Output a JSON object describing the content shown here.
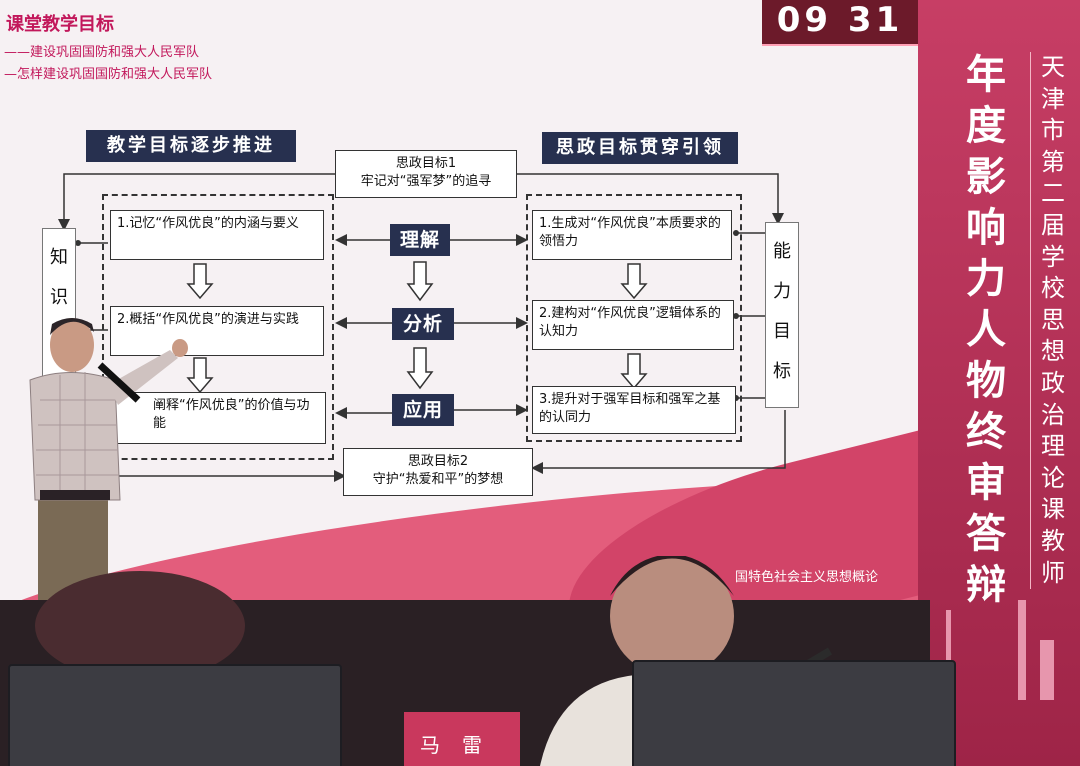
{
  "slide": {
    "header_title": "课堂教学目标",
    "header_line1": "——建设巩固国防和强大人民军队",
    "header_line2": "—怎样建设巩固国防和强大人民军队",
    "clock": "09 31",
    "footer_text": "国特色社会主义思想概论"
  },
  "diagram": {
    "left_title": "教学目标逐步推进",
    "right_title": "思政目标贯穿引领",
    "top_goal": [
      "思政目标1",
      "牢记对“强军梦”的追寻"
    ],
    "bottom_goal": [
      "思政目标2",
      "守护“热爱和平”的梦想"
    ],
    "left_label": [
      "知",
      "识"
    ],
    "right_label": [
      "能",
      "力",
      "目",
      "标"
    ],
    "left_items": [
      "1.记忆“作风优良”的内涵与要义",
      "2.概括“作风优良”的演进与实践",
      "阐释“作风优良”的价值与功能"
    ],
    "center_steps": [
      "理解",
      "分析",
      "应用"
    ],
    "right_items": [
      "1.生成对“作风优良”本质要求的领悟力",
      "2.建构对“作风优良”逻辑体系的认知力",
      "3.提升对于强军目标和强军之基的认同力"
    ]
  },
  "banner": {
    "big_text": [
      "年",
      "度",
      "影",
      "响",
      "力",
      "人",
      "物",
      "终",
      "审",
      "答",
      "辩"
    ],
    "small_text": [
      "天",
      "津",
      "市",
      "第",
      "二",
      "届",
      "学",
      "校",
      "思",
      "想",
      "政",
      "治",
      "理",
      "论",
      "课",
      "教",
      "师"
    ]
  },
  "nameplate": "马雷"
}
